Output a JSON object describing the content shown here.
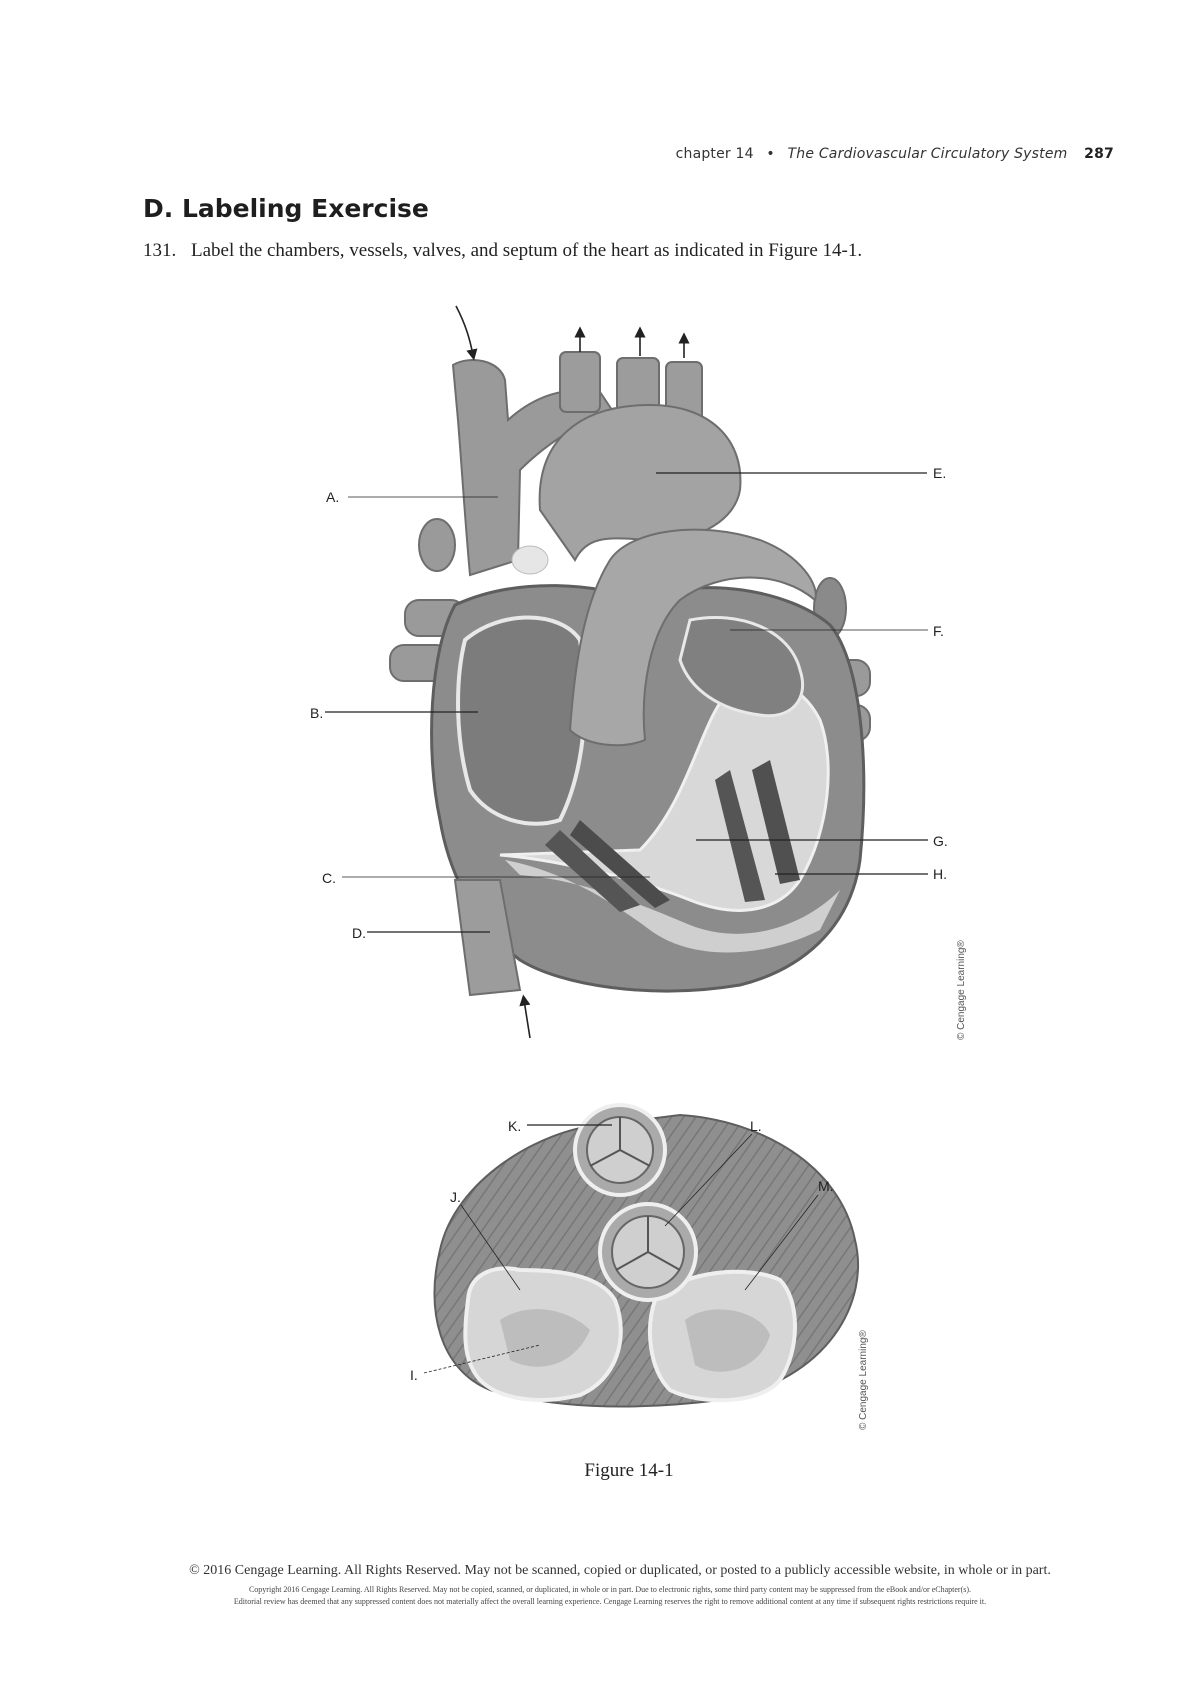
{
  "header": {
    "chapter": "chapter 14",
    "separator": "•",
    "title": "The Cardiovascular Circulatory System",
    "page_number": "287"
  },
  "section": {
    "title": "D. Labeling Exercise"
  },
  "question": {
    "number": "131.",
    "text": "Label the chambers, vessels, valves, and septum of the heart as indicated in Figure 14-1."
  },
  "figure": {
    "heart_labels": [
      "A.",
      "B.",
      "C.",
      "D.",
      "E.",
      "F.",
      "G.",
      "H."
    ],
    "valve_labels": [
      "I.",
      "J.",
      "K.",
      "L.",
      "M."
    ],
    "credit": "© Cengage Learning®",
    "caption": "Figure 14-1"
  },
  "footer": {
    "copyright": "© 2016 Cengage Learning. All Rights Reserved. May not be scanned, copied or duplicated, or posted to a publicly accessible website, in whole or in part.",
    "fine_print_1": "Copyright 2016 Cengage Learning. All Rights Reserved. May not be copied, scanned, or duplicated, in whole or in part. Due to electronic rights, some third party content may be suppressed from the eBook and/or eChapter(s).",
    "fine_print_2": "Editorial review has deemed that any suppressed content does not materially affect the overall learning experience. Cengage Learning reserves the right to remove additional content at any time if subsequent rights restrictions require it."
  }
}
